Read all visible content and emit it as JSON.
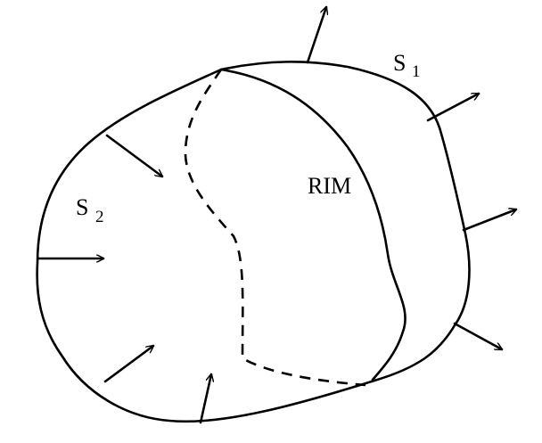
{
  "labels": {
    "s1_main": "S",
    "s1_sub": "1",
    "s2_main": "S",
    "s2_sub": "2",
    "rim": "RIM"
  },
  "colors": {
    "ink": "#000000",
    "background": "#ffffff"
  }
}
